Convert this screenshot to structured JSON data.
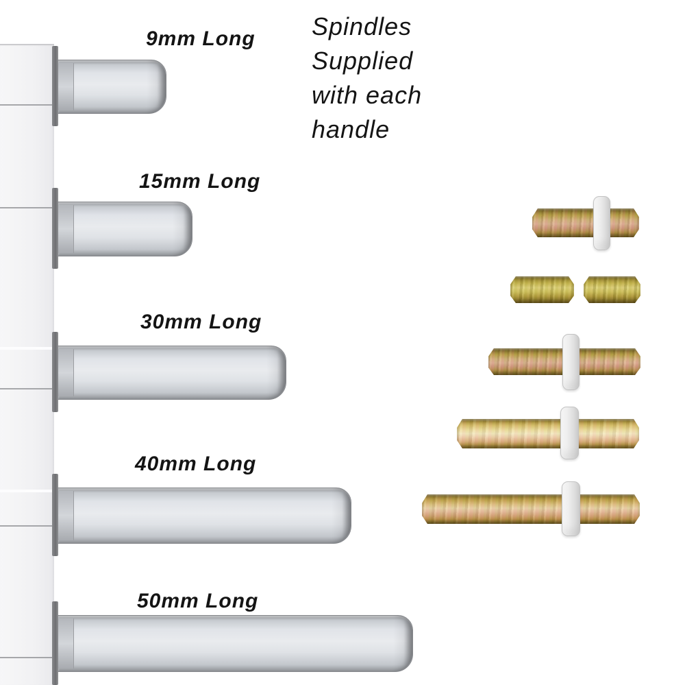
{
  "note": {
    "text": "Spindles\nSupplied\nwith each\nhandle"
  },
  "bars": [
    {
      "label": "9mm Long"
    },
    {
      "label": "15mm Long"
    },
    {
      "label": "30mm Long"
    },
    {
      "label": "40mm Long"
    },
    {
      "label": "50mm Long"
    }
  ],
  "colors": {
    "background": "#ffffff",
    "steel_spindle": "#e2e5e9",
    "backplate": "#f1f1f3",
    "backplate_edge": "#6e6f72",
    "brass_spindle": "#c9a85c",
    "washer": "#ececec",
    "text": "#141414"
  }
}
